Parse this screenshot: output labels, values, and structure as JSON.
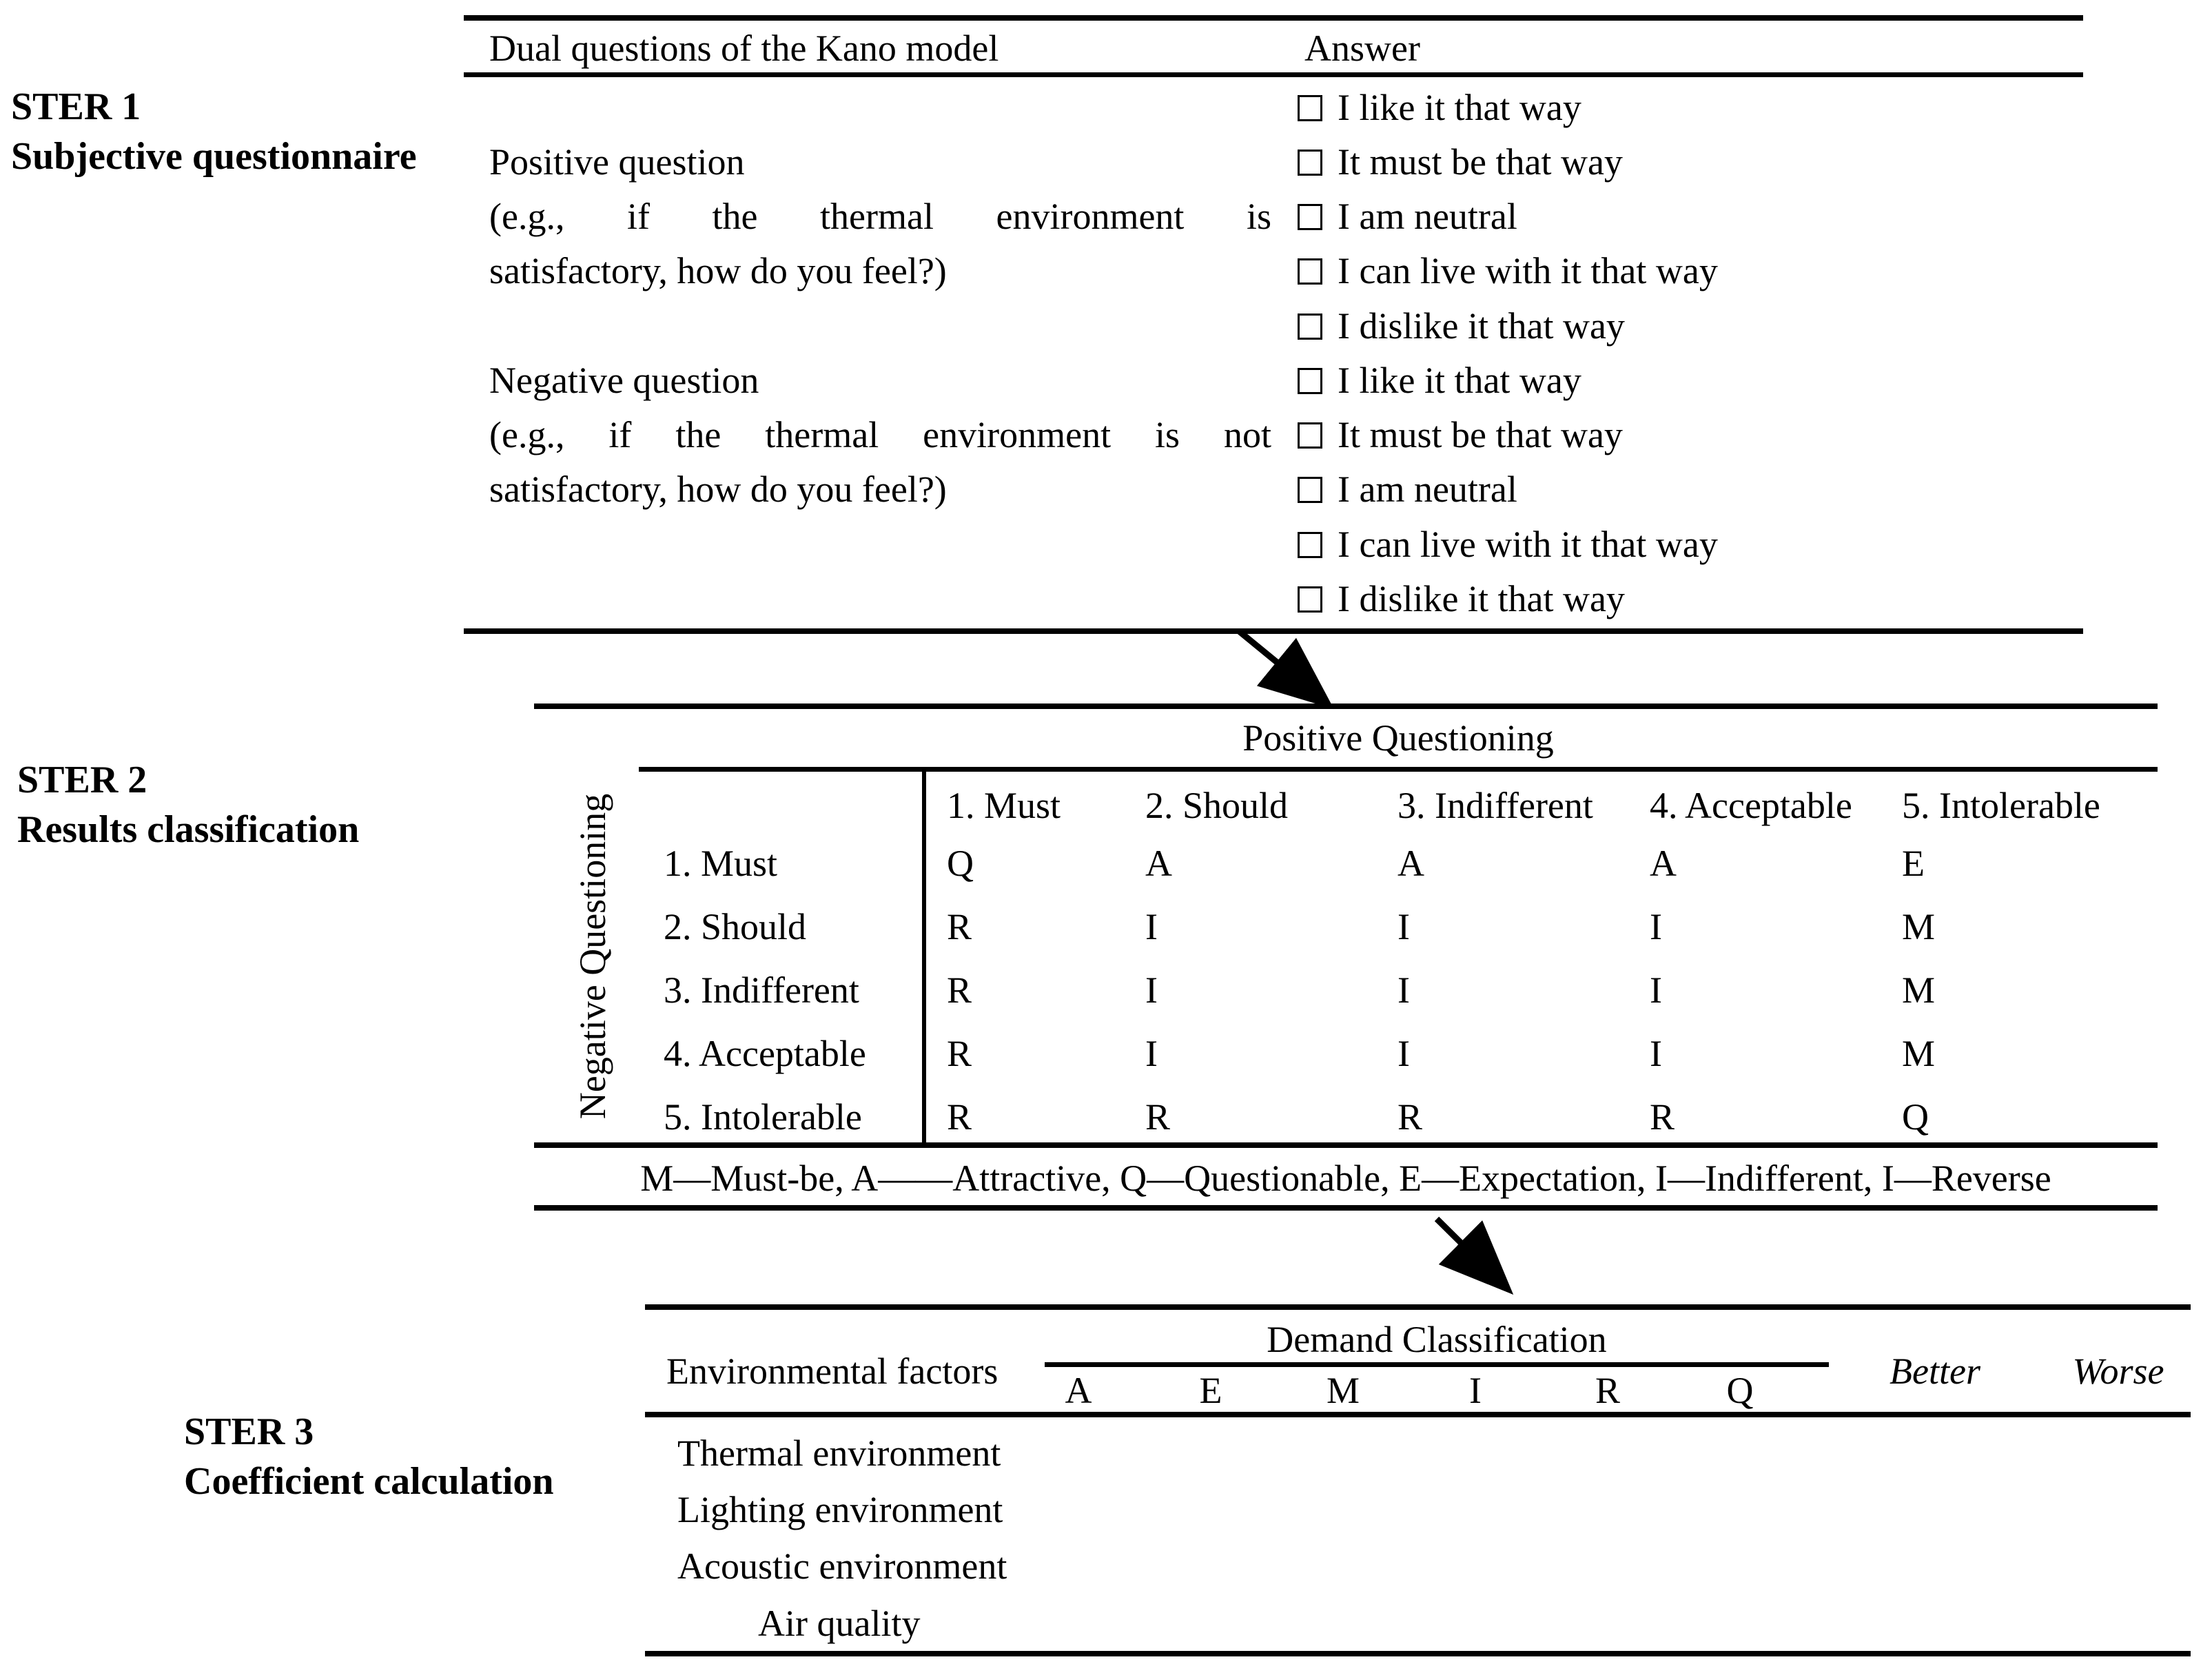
{
  "colors": {
    "ink": "#000000",
    "background": "#ffffff"
  },
  "steps": [
    {
      "title": "STER 1",
      "subtitle": "Subjective questionnaire"
    },
    {
      "title": "STER 2",
      "subtitle": "Results classification"
    },
    {
      "title": "STER 3",
      "subtitle": "Coefficient calculation"
    }
  ],
  "questionnaire": {
    "col1_header": "Dual questions of the Kano model",
    "col2_header": "Answer",
    "positive": {
      "label": "Positive question",
      "line1": "(e.g., if the thermal environment is",
      "line2": "satisfactory, how do you feel?)"
    },
    "negative": {
      "label": "Negative question",
      "line1": "(e.g., if the thermal environment is not",
      "line2": "satisfactory, how do you feel?)"
    },
    "answers": [
      "I like it that way",
      "It must be that way",
      "I am neutral",
      "I can live with it that way",
      "I dislike it that way"
    ]
  },
  "classification": {
    "col_axis": "Positive Questioning",
    "row_axis": "Negative Questioning",
    "columns": [
      "1. Must",
      "2. Should",
      "3. Indifferent",
      "4. Acceptable",
      "5. Intolerable"
    ],
    "rows": [
      "1. Must",
      "2. Should",
      "3. Indifferent",
      "4. Acceptable",
      "5. Intolerable"
    ],
    "matrix": [
      [
        "Q",
        "A",
        "A",
        "A",
        "E"
      ],
      [
        "R",
        "I",
        "I",
        "I",
        "M"
      ],
      [
        "R",
        "I",
        "I",
        "I",
        "M"
      ],
      [
        "R",
        "I",
        "I",
        "I",
        "M"
      ],
      [
        "R",
        "R",
        "R",
        "R",
        "Q"
      ]
    ],
    "legend": "M—Must-be, A——Attractive, Q—Questionable, E—Expectation, I—Indifferent, I—Reverse"
  },
  "coefficient": {
    "factor_header": "Environmental factors",
    "group_header": "Demand Classification",
    "class_letters": [
      "A",
      "E",
      "M",
      "I",
      "R",
      "Q"
    ],
    "better_label": "Better",
    "worse_label": "Worse",
    "factors": [
      "Thermal environment",
      "Lighting environment",
      "Acoustic environment",
      "Air quality"
    ]
  }
}
